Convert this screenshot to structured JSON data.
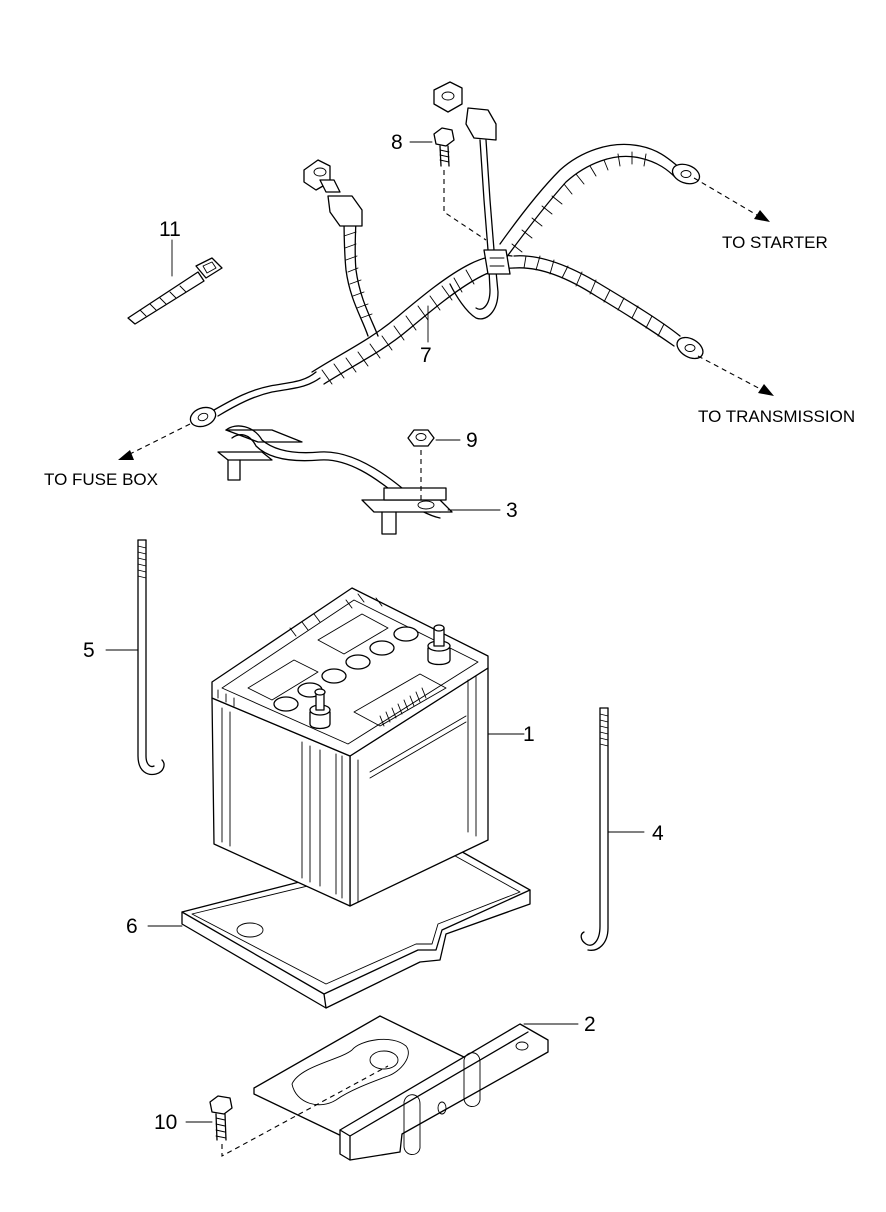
{
  "diagram": {
    "parts": [
      {
        "number": "1"
      },
      {
        "number": "2"
      },
      {
        "number": "3"
      },
      {
        "number": "4"
      },
      {
        "number": "5"
      },
      {
        "number": "6"
      },
      {
        "number": "7"
      },
      {
        "number": "8"
      },
      {
        "number": "9"
      },
      {
        "number": "10"
      },
      {
        "number": "11"
      }
    ],
    "destinations": {
      "starter": "TO STARTER",
      "transmission": "TO TRANSMISSION",
      "fuse_box": "TO FUSE BOX"
    }
  }
}
